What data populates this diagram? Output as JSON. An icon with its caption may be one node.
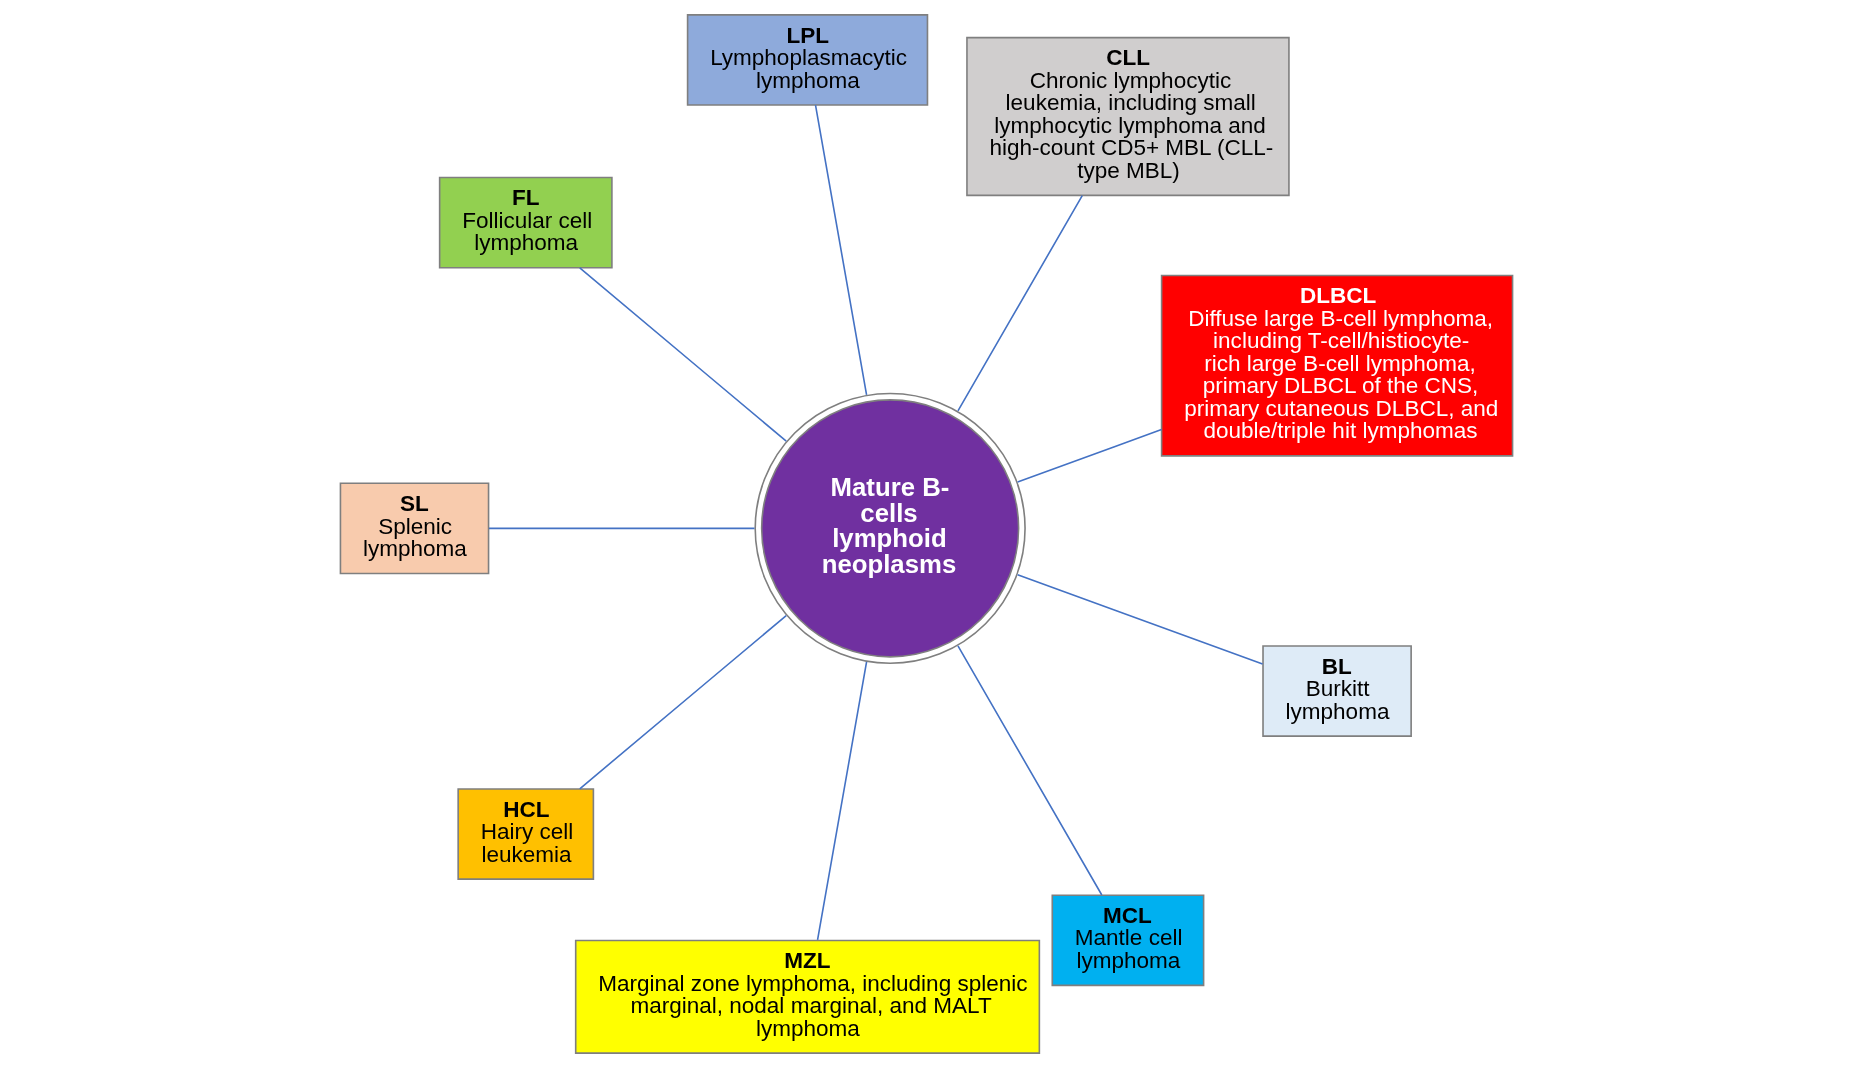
{
  "diagram": {
    "nodes": [
      {
        "text": [
          "DLBCL",
          "Diffuse large B-cell lymphoma, including T-cell/histiocyte-rich large B-cell lymphoma, primary DLBCL of the CNS, primary cutaneous DLBCL, and double/triple hit lymphomas"
        ]
      },
      {
        "text": [
          "CLL",
          "Chronic lymphocytic leukemia, including small lymphocytic lymphoma and high-count CD5+ MBL (CLL-type MBL)"
        ]
      },
      {
        "text": [
          "LPL",
          "Lymphoplasmacytic lymphoma"
        ]
      },
      {
        "text": [
          "FL",
          "Follicular cell lymphoma"
        ]
      },
      {
        "text": [
          "SL",
          "Splenic lymphoma"
        ]
      },
      {
        "text": [
          "HCL",
          "Hairy cell leukemia"
        ]
      },
      {
        "text": [
          "Mature B- cells lymphoid neoplasms"
        ]
      },
      {
        "text": [
          "MZL",
          "Marginal zone lymphoma, including splenic marginal, nodal marginal, and MALT lymphoma"
        ]
      },
      {
        "text": [
          "MCL",
          "Mantle cell lymphoma"
        ]
      },
      {
        "text": [
          "BL",
          "Burkitt lymphoma"
        ]
      }
    ],
    "edges": [
      {
        "from": 6,
        "to": 0,
        "arrow": "none"
      },
      {
        "from": 6,
        "to": 1,
        "arrow": "none"
      },
      {
        "from": 6,
        "to": 2,
        "arrow": "none"
      },
      {
        "from": 6,
        "to": 3,
        "arrow": "none"
      },
      {
        "from": 6,
        "to": 4,
        "arrow": "none"
      },
      {
        "from": 6,
        "to": 5,
        "arrow": "none"
      },
      {
        "from": 6,
        "to": 7,
        "arrow": "none"
      },
      {
        "from": 6,
        "to": 8,
        "arrow": "none"
      },
      {
        "from": 6,
        "to": 9,
        "arrow": "none"
      }
    ]
  }
}
